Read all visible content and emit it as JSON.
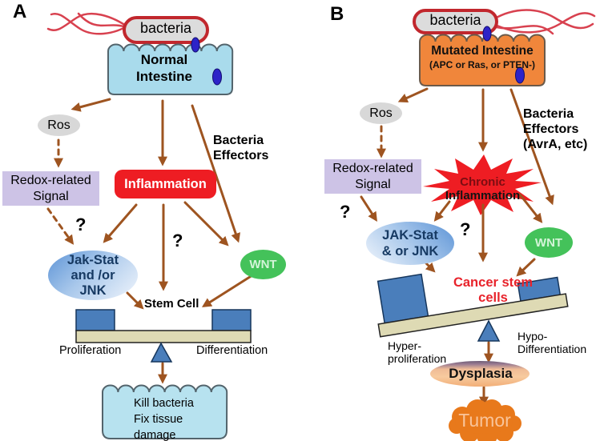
{
  "colors": {
    "arrow_brown": "#9E5420",
    "flagella_red": "#D8414F",
    "pill_fill": "#DCDCDC",
    "pill_border": "#C1272D",
    "normal_intestine_fill": "#A9DBEC",
    "mutated_intestine_fill": "#F0863B",
    "redox_lavender": "#CDC3E6",
    "inflammation_red": "#EE1D23",
    "jak_blue": "#5C93D6",
    "wnt_green": "#44C25A",
    "balance_blue": "#4A7EBB",
    "plank_tan": "#DEDAB4",
    "cancer_text_red": "#E8232B",
    "dysplasia_peach": "#F5BD8C",
    "tumor_orange": "#E8791B",
    "bacteria_cell_blue": "#2D23C8"
  },
  "panel_a": {
    "label": "A",
    "bacteria": "bacteria",
    "intestine_line1": "Normal",
    "intestine_line2": "Intestine",
    "ros": "Ros",
    "redox_line1": "Redox-related",
    "redox_line2": "Signal",
    "inflammation": "Inflammation",
    "effectors_line1": "Bacteria",
    "effectors_line2": "Effectors",
    "q1": "?",
    "q2": "?",
    "jak_line1": "Jak-Stat",
    "jak_line2": "and /or",
    "jak_line3": "JNK",
    "wnt": "WNT",
    "stem_cell": "Stem Cell",
    "proliferation": "Proliferation",
    "differentiation": "Differentiation",
    "outcome_line1": "Kill bacteria",
    "outcome_line2": "Fix tissue",
    "outcome_line3": "damage"
  },
  "panel_b": {
    "label": "B",
    "bacteria": "bacteria",
    "intestine_line1": "Mutated Intestine",
    "intestine_line2": "(APC or Ras, or PTEN-)",
    "ros": "Ros",
    "redox_line1": "Redox-related",
    "redox_line2": "Signal",
    "effectors_line1": "Bacteria",
    "effectors_line2": "Effectors",
    "effectors_line3": "(AvrA, etc)",
    "chronic_line1": "Chronic",
    "chronic_line2": "Inflammation",
    "q1": "?",
    "q2": "?",
    "jak_line1": "JAK-Stat",
    "jak_line2": "& or JNK",
    "wnt": "WNT",
    "cancer_line1": "Cancer stem",
    "cancer_line2": "cells",
    "hyper_line1": "Hyper-",
    "hyper_line2": "proliferation",
    "hypo_line1": "Hypo-",
    "hypo_line2": "Differentiation",
    "dysplasia": "Dysplasia",
    "tumor": "Tumor"
  }
}
